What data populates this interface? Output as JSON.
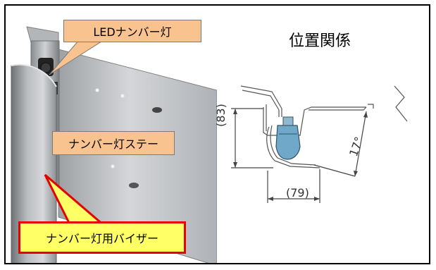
{
  "callouts": {
    "led_lamp": "LEDナンバー灯",
    "lamp_stay": "ナンバー灯ステー",
    "visor": "ナンバー灯用バイザー"
  },
  "diagram": {
    "title": "位置関係",
    "dim_height": "(83)",
    "dim_width": "(79)",
    "dim_angle": "17°"
  },
  "colors": {
    "callout_peach": "#f9c38f",
    "callout_yellow": "#ffff66",
    "callout_border_red": "#e60000",
    "metal_light": "#c9cbce",
    "metal_dark": "#7e8184",
    "lamp_blue": "#6fa8c8"
  }
}
